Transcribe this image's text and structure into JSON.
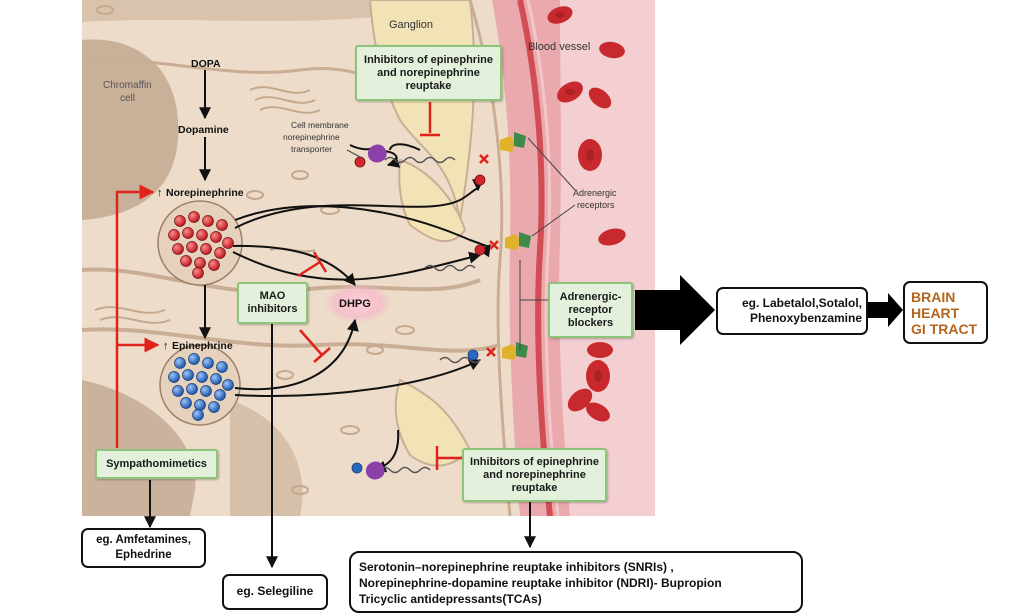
{
  "labels": {
    "ganglion": "Ganglion",
    "blood_vessel": "Blood vessel",
    "chromaffin_cell": [
      "Chromaffin",
      "cell"
    ],
    "dopa": "DOPA",
    "dopamine": "Dopamine",
    "norepinephrine": "Norepinephrine",
    "epinephrine": "Epinephrine",
    "transporter": [
      "Cell membrane",
      "norepinephrine",
      "transporter"
    ],
    "adrenergic_receptors": [
      "Adrenergic",
      "receptors"
    ],
    "dhpg": "DHPG",
    "up_arrow": "↑"
  },
  "boxes": {
    "reuptake_top": [
      "Inhibitors of epinephrine",
      "and norepinephrine",
      "reuptake"
    ],
    "mao": [
      "MAO",
      "inhibitors"
    ],
    "blockers": [
      "Adrenergic-",
      "receptor",
      "blockers"
    ],
    "sympathomimetics": "Sympathomimetics",
    "reuptake_bottom": [
      "Inhibitors of epinephrine",
      "and norepinephrine",
      "reuptake"
    ]
  },
  "examples": {
    "blockers": [
      "eg. Labetalol,Sotalol,",
      "Phenoxybenzamine"
    ],
    "organs": [
      "BRAIN",
      "HEART",
      "GI TRACT"
    ],
    "sympathomimetics": [
      "eg. Amfetamines,",
      "Ephedrine"
    ],
    "mao": "eg. Selegiline",
    "reuptake": [
      "Serotonin–norepinephrine reuptake inhibitors (SNRIs) ,",
      "Norepinephrine-dopamine reuptake inhibitor (NDRI)-  Bupropion",
      "Tricyclic antidepressants(TCAs)"
    ]
  },
  "colors": {
    "tissue": "#eddcc9",
    "nucleus": "#b9a08a",
    "vessel": "#eaa9ad",
    "rbc": "#c8292e",
    "ne_vesicle": "#d22a2f",
    "epi_vesicle": "#2a68c0",
    "inhibitor": "#e0221c",
    "box_fill": "#e3f1dc",
    "box_border": "#8cc47a",
    "organ_text": "#b5651d"
  },
  "icons": [
    "up-arrow-icon",
    "inhibition-bar-icon",
    "block-x-icon",
    "receptor-icon",
    "transporter-icon"
  ]
}
